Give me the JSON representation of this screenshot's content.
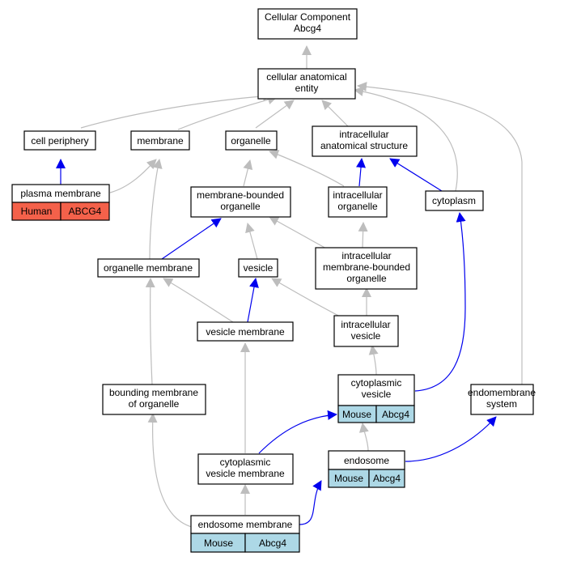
{
  "colors": {
    "human_fill": "#f4614a",
    "mouse_fill": "#add8e6",
    "is_a_edge": "#bdbdbd",
    "part_of_edge": "#0000ee"
  },
  "nodes": {
    "root": [
      "Cellular Component",
      "Abcg4"
    ],
    "cae": [
      "cellular anatomical",
      "entity"
    ],
    "cell_periphery": [
      "cell periphery"
    ],
    "membrane": [
      "membrane"
    ],
    "organelle": [
      "organelle"
    ],
    "ias": [
      "intracellular",
      "anatomical structure"
    ],
    "plasma_membrane": {
      "label": [
        "plasma membrane"
      ],
      "annotation": {
        "species": "Human",
        "gene": "ABCG4"
      }
    },
    "mbo": [
      "membrane-bounded",
      "organelle"
    ],
    "io": [
      "intracellular",
      "organelle"
    ],
    "cytoplasm": [
      "cytoplasm"
    ],
    "organelle_membrane": [
      "organelle membrane"
    ],
    "vesicle": [
      "vesicle"
    ],
    "imbo": [
      "intracellular",
      "membrane-bounded",
      "organelle"
    ],
    "vesicle_membrane": [
      "vesicle membrane"
    ],
    "iv": [
      "intracellular",
      "vesicle"
    ],
    "cyto_vesicle": {
      "label": [
        "cytoplasmic",
        "vesicle"
      ],
      "annotation": {
        "species": "Mouse",
        "gene": "Abcg4"
      }
    },
    "bmo": [
      "bounding membrane",
      "of organelle"
    ],
    "endomembrane": [
      "endomembrane",
      "system"
    ],
    "endosome": {
      "label": [
        "endosome"
      ],
      "annotation": {
        "species": "Mouse",
        "gene": "Abcg4"
      }
    },
    "cvm": [
      "cytoplasmic",
      "vesicle membrane"
    ],
    "endosome_membrane": {
      "label": [
        "endosome membrane"
      ],
      "annotation": {
        "species": "Mouse",
        "gene": "Abcg4"
      }
    }
  }
}
